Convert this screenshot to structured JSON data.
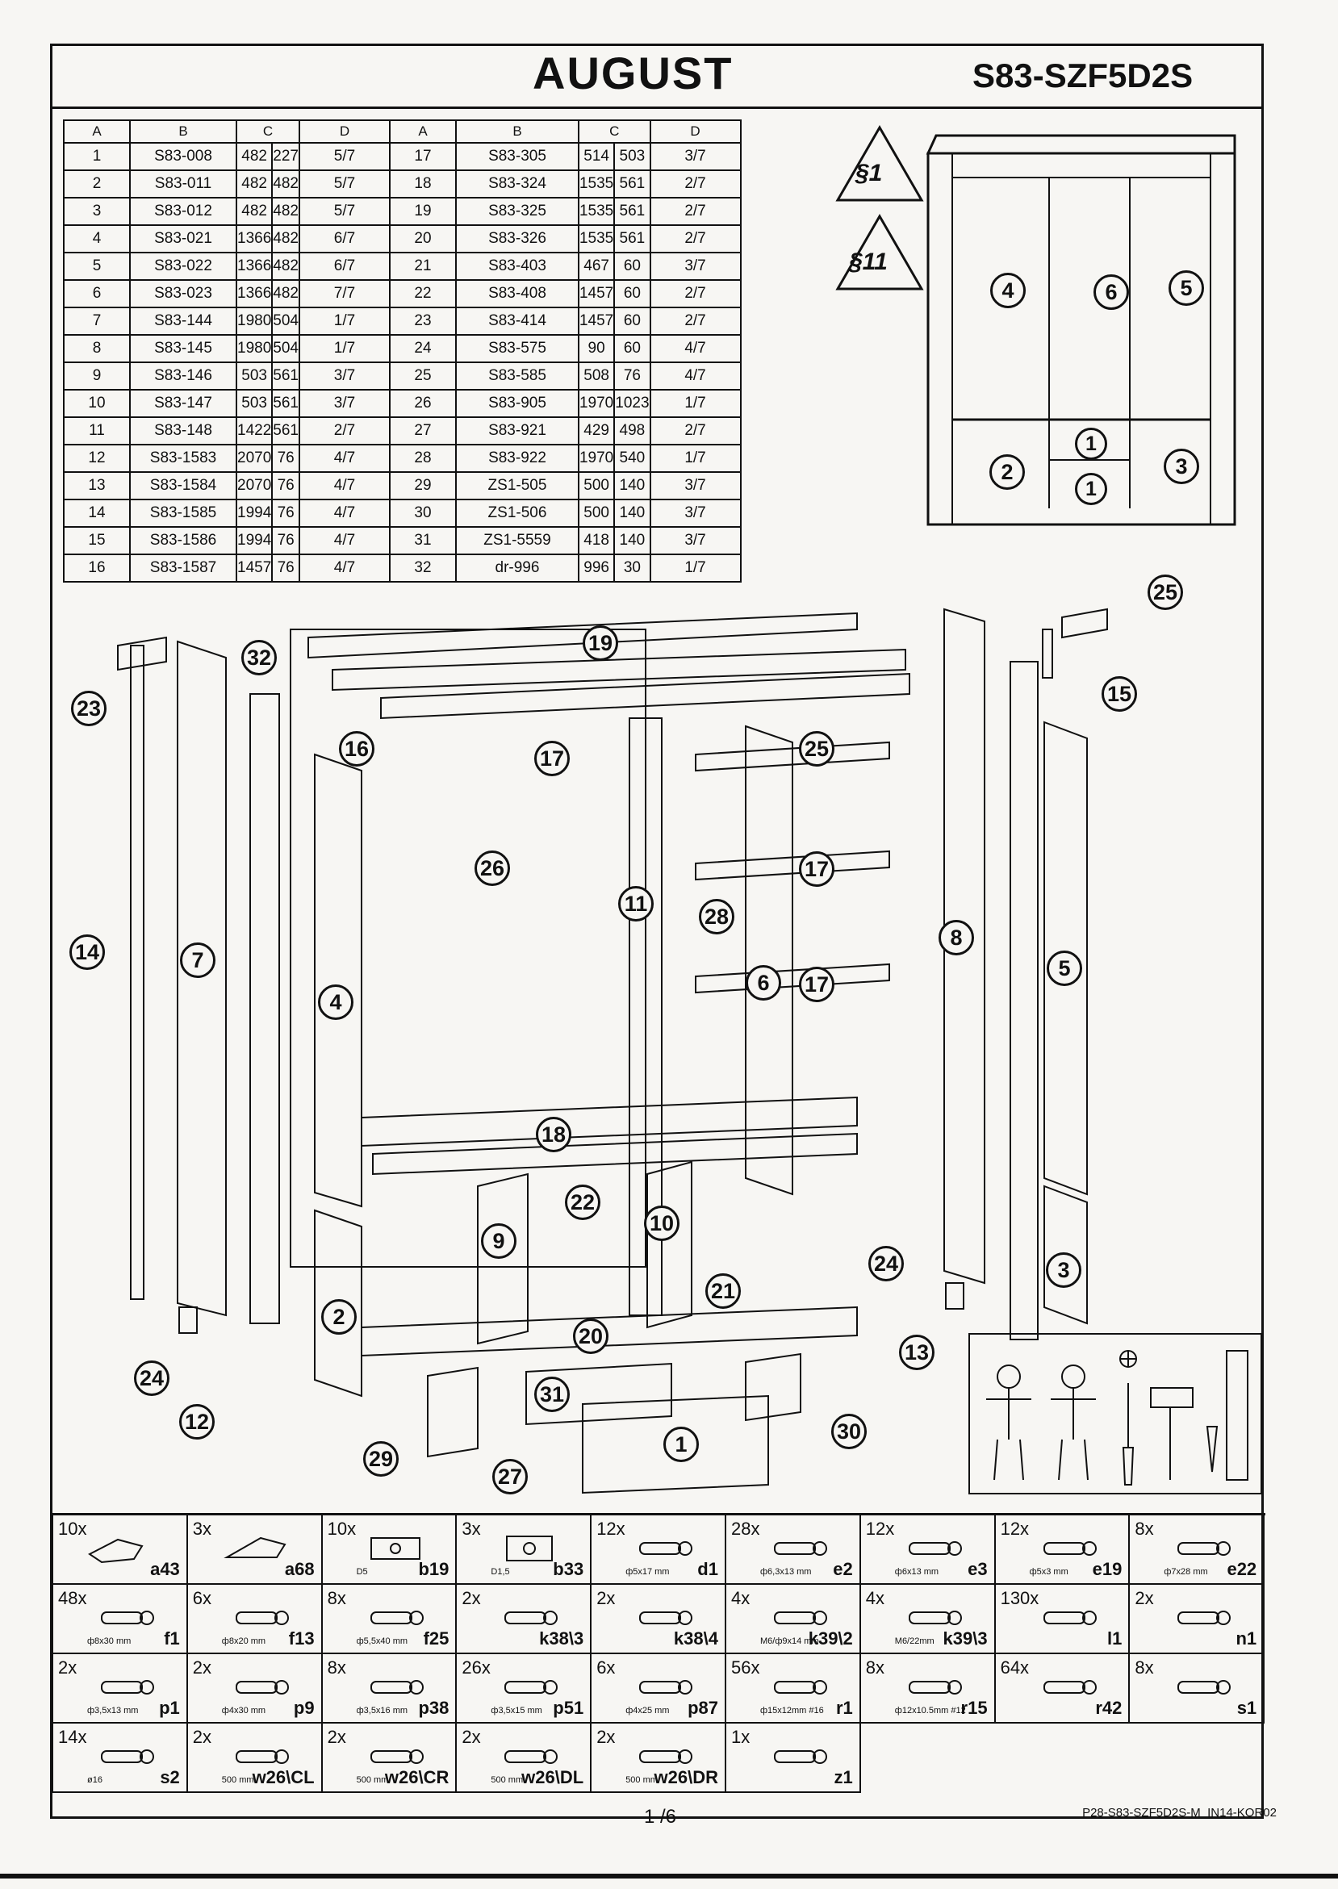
{
  "header": {
    "title": "AUGUST",
    "code": "S83-SZF5D2S"
  },
  "parts_table": {
    "headers": [
      "A",
      "B",
      "C",
      "D",
      "A",
      "B",
      "C",
      "D"
    ],
    "rows": [
      [
        "1",
        "S83-008",
        "482",
        "227",
        "5/7",
        "17",
        "S83-305",
        "514",
        "503",
        "3/7"
      ],
      [
        "2",
        "S83-011",
        "482",
        "482",
        "5/7",
        "18",
        "S83-324",
        "1535",
        "561",
        "2/7"
      ],
      [
        "3",
        "S83-012",
        "482",
        "482",
        "5/7",
        "19",
        "S83-325",
        "1535",
        "561",
        "2/7"
      ],
      [
        "4",
        "S83-021",
        "1366",
        "482",
        "6/7",
        "20",
        "S83-326",
        "1535",
        "561",
        "2/7"
      ],
      [
        "5",
        "S83-022",
        "1366",
        "482",
        "6/7",
        "21",
        "S83-403",
        "467",
        "60",
        "3/7"
      ],
      [
        "6",
        "S83-023",
        "1366",
        "482",
        "7/7",
        "22",
        "S83-408",
        "1457",
        "60",
        "2/7"
      ],
      [
        "7",
        "S83-144",
        "1980",
        "504",
        "1/7",
        "23",
        "S83-414",
        "1457",
        "60",
        "2/7"
      ],
      [
        "8",
        "S83-145",
        "1980",
        "504",
        "1/7",
        "24",
        "S83-575",
        "90",
        "60",
        "4/7"
      ],
      [
        "9",
        "S83-146",
        "503",
        "561",
        "3/7",
        "25",
        "S83-585",
        "508",
        "76",
        "4/7"
      ],
      [
        "10",
        "S83-147",
        "503",
        "561",
        "3/7",
        "26",
        "S83-905",
        "1970",
        "1023",
        "1/7"
      ],
      [
        "11",
        "S83-148",
        "1422",
        "561",
        "2/7",
        "27",
        "S83-921",
        "429",
        "498",
        "2/7"
      ],
      [
        "12",
        "S83-1583",
        "2070",
        "76",
        "4/7",
        "28",
        "S83-922",
        "1970",
        "540",
        "1/7"
      ],
      [
        "13",
        "S83-1584",
        "2070",
        "76",
        "4/7",
        "29",
        "ZS1-505",
        "500",
        "140",
        "3/7"
      ],
      [
        "14",
        "S83-1585",
        "1994",
        "76",
        "4/7",
        "30",
        "ZS1-506",
        "500",
        "140",
        "3/7"
      ],
      [
        "15",
        "S83-1586",
        "1994",
        "76",
        "4/7",
        "31",
        "ZS1-5559",
        "418",
        "140",
        "3/7"
      ],
      [
        "16",
        "S83-1587",
        "1457",
        "76",
        "4/7",
        "32",
        "dr-996",
        "996",
        "30",
        "1/7"
      ]
    ]
  },
  "warnings": [
    "§1",
    "§11"
  ],
  "preview_labels": [
    "4",
    "6",
    "5",
    "1",
    "2",
    "1",
    "3"
  ],
  "callouts": [
    "32",
    "19",
    "25",
    "23",
    "16",
    "17",
    "25",
    "15",
    "26",
    "11",
    "28",
    "17",
    "14",
    "7",
    "4",
    "8",
    "5",
    "6",
    "17",
    "18",
    "22",
    "9",
    "10",
    "24",
    "21",
    "3",
    "2",
    "20",
    "13",
    "24",
    "12",
    "31",
    "30",
    "1",
    "29",
    "27"
  ],
  "hardware": [
    {
      "qty": "10x",
      "code": "a43",
      "dim": ""
    },
    {
      "qty": "3x",
      "code": "a68",
      "dim": ""
    },
    {
      "qty": "10x",
      "code": "b19",
      "dim": "D5"
    },
    {
      "qty": "3x",
      "code": "b33",
      "dim": "D1,5"
    },
    {
      "qty": "12x",
      "code": "d1",
      "dim": "ф5x17 mm"
    },
    {
      "qty": "28x",
      "code": "e2",
      "dim": "ф6,3x13 mm"
    },
    {
      "qty": "12x",
      "code": "e3",
      "dim": "ф6x13 mm"
    },
    {
      "qty": "12x",
      "code": "e19",
      "dim": "ф5x3 mm"
    },
    {
      "qty": "8x",
      "code": "e22",
      "dim": "ф7x28 mm"
    },
    {
      "qty": "48x",
      "code": "f1",
      "dim": "ф8x30 mm"
    },
    {
      "qty": "6x",
      "code": "f13",
      "dim": "ф8x20 mm"
    },
    {
      "qty": "8x",
      "code": "f25",
      "dim": "ф5,5x40 mm"
    },
    {
      "qty": "2x",
      "code": "k38\\3",
      "dim": ""
    },
    {
      "qty": "2x",
      "code": "k38\\4",
      "dim": ""
    },
    {
      "qty": "4x",
      "code": "k39\\2",
      "dim": "M6/ф9x14 mm"
    },
    {
      "qty": "4x",
      "code": "k39\\3",
      "dim": "M6/22mm"
    },
    {
      "qty": "130x",
      "code": "l1",
      "dim": ""
    },
    {
      "qty": "2x",
      "code": "n1",
      "dim": ""
    },
    {
      "qty": "2x",
      "code": "p1",
      "dim": "ф3,5x13 mm"
    },
    {
      "qty": "2x",
      "code": "p9",
      "dim": "ф4x30 mm"
    },
    {
      "qty": "8x",
      "code": "p38",
      "dim": "ф3,5x16 mm"
    },
    {
      "qty": "26x",
      "code": "p51",
      "dim": "ф3,5x15 mm"
    },
    {
      "qty": "6x",
      "code": "p87",
      "dim": "ф4x25 mm"
    },
    {
      "qty": "56x",
      "code": "r1",
      "dim": "ф15x12mm #16"
    },
    {
      "qty": "8x",
      "code": "r15",
      "dim": "ф12x10.5mm #12"
    },
    {
      "qty": "64x",
      "code": "r42",
      "dim": ""
    },
    {
      "qty": "8x",
      "code": "s1",
      "dim": ""
    },
    {
      "qty": "14x",
      "code": "s2",
      "dim": "ø16"
    },
    {
      "qty": "2x",
      "code": "w26\\CL",
      "dim": "500 mm"
    },
    {
      "qty": "2x",
      "code": "w26\\CR",
      "dim": "500 mm"
    },
    {
      "qty": "2x",
      "code": "w26\\DL",
      "dim": "500 mm"
    },
    {
      "qty": "2x",
      "code": "w26\\DR",
      "dim": "500 mm"
    },
    {
      "qty": "1x",
      "code": "z1",
      "dim": ""
    }
  ],
  "footer": {
    "page": "1 /6",
    "doc_code": "P28-S83-SZF5D2S-M_IN14-KOR02"
  }
}
